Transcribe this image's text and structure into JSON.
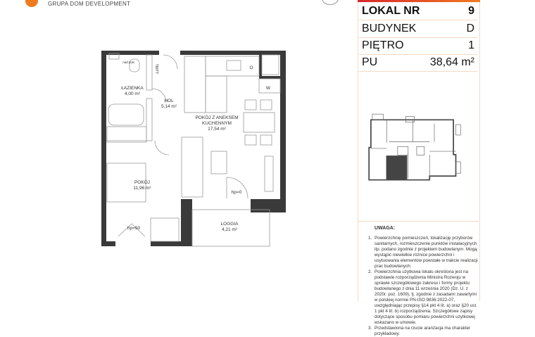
{
  "header": {
    "logo_text": "GRUPA DOM DEVELOPMENT"
  },
  "info": {
    "rows": [
      {
        "label": "LOKAL NR",
        "value": "9"
      },
      {
        "label": "BUDYNEK",
        "value": "D"
      },
      {
        "label": "PIĘTRO",
        "value": "1"
      },
      {
        "label": "PU",
        "value": "38,64 m²"
      }
    ]
  },
  "plan": {
    "rooms": [
      {
        "name": "ŁAZIENKA",
        "area": "4,00 m²"
      },
      {
        "name": "HOL",
        "area": "5,14 m²"
      },
      {
        "name": "POKÓJ Z ANEKSEM KUCHENNYM",
        "area": "17,54 m²"
      },
      {
        "name": "POKÓJ",
        "area": "11,96 m²"
      },
      {
        "name": "LOGGIA",
        "area": "4,21 m²"
      }
    ],
    "marks": {
      "hp0": "hp=0",
      "hp50": "hp=50",
      "tmtt": "TM/TT",
      "w": "W",
      "o": "O",
      "nad_pralke": "nad pral."
    }
  },
  "notes": {
    "title": "UWAGA:",
    "items": [
      "Powierzchnię pomieszczeń, lokalizację przyborów sanitarnych, rozmieszczenie punktów instalacyjnych itp. podano zgodnie z projektem budowlanym. Mogą wystąpić niewielkie różnice powierzchni i usytuowania elementów powstałe w trakcie realizacji prac budowlanych.",
      "Powierzchnia użytkowa lokalu określona jest na podstawie rozporządzenia Ministra Rozwoju w sprawie szczegółowego zakresu i formy projektu budowlanego z dnia 11 września 2020 (Dz. U. z 2020r. poz. 1609), tj. zgodnie z zasadami zawartymi w polskiej normie PN-ISO 9836:2022-07, uwzględniając przepisy §14 pkt 4 lit. a) oraz §20 ust. 1 pkt 4 lit. b) rozporządzenia. Szczegółowe zapisy dotyczące sposobu pomiaru powierzchni użytkowej wskazano w umowie.",
      "Przedstawiona na rzucie aranżacja ma charakter przykładowy."
    ]
  },
  "colors": {
    "accent": "#f07a1e",
    "accent_red": "#d8282d",
    "wall": "#3a3a3a",
    "border": "#f5d9c2"
  }
}
